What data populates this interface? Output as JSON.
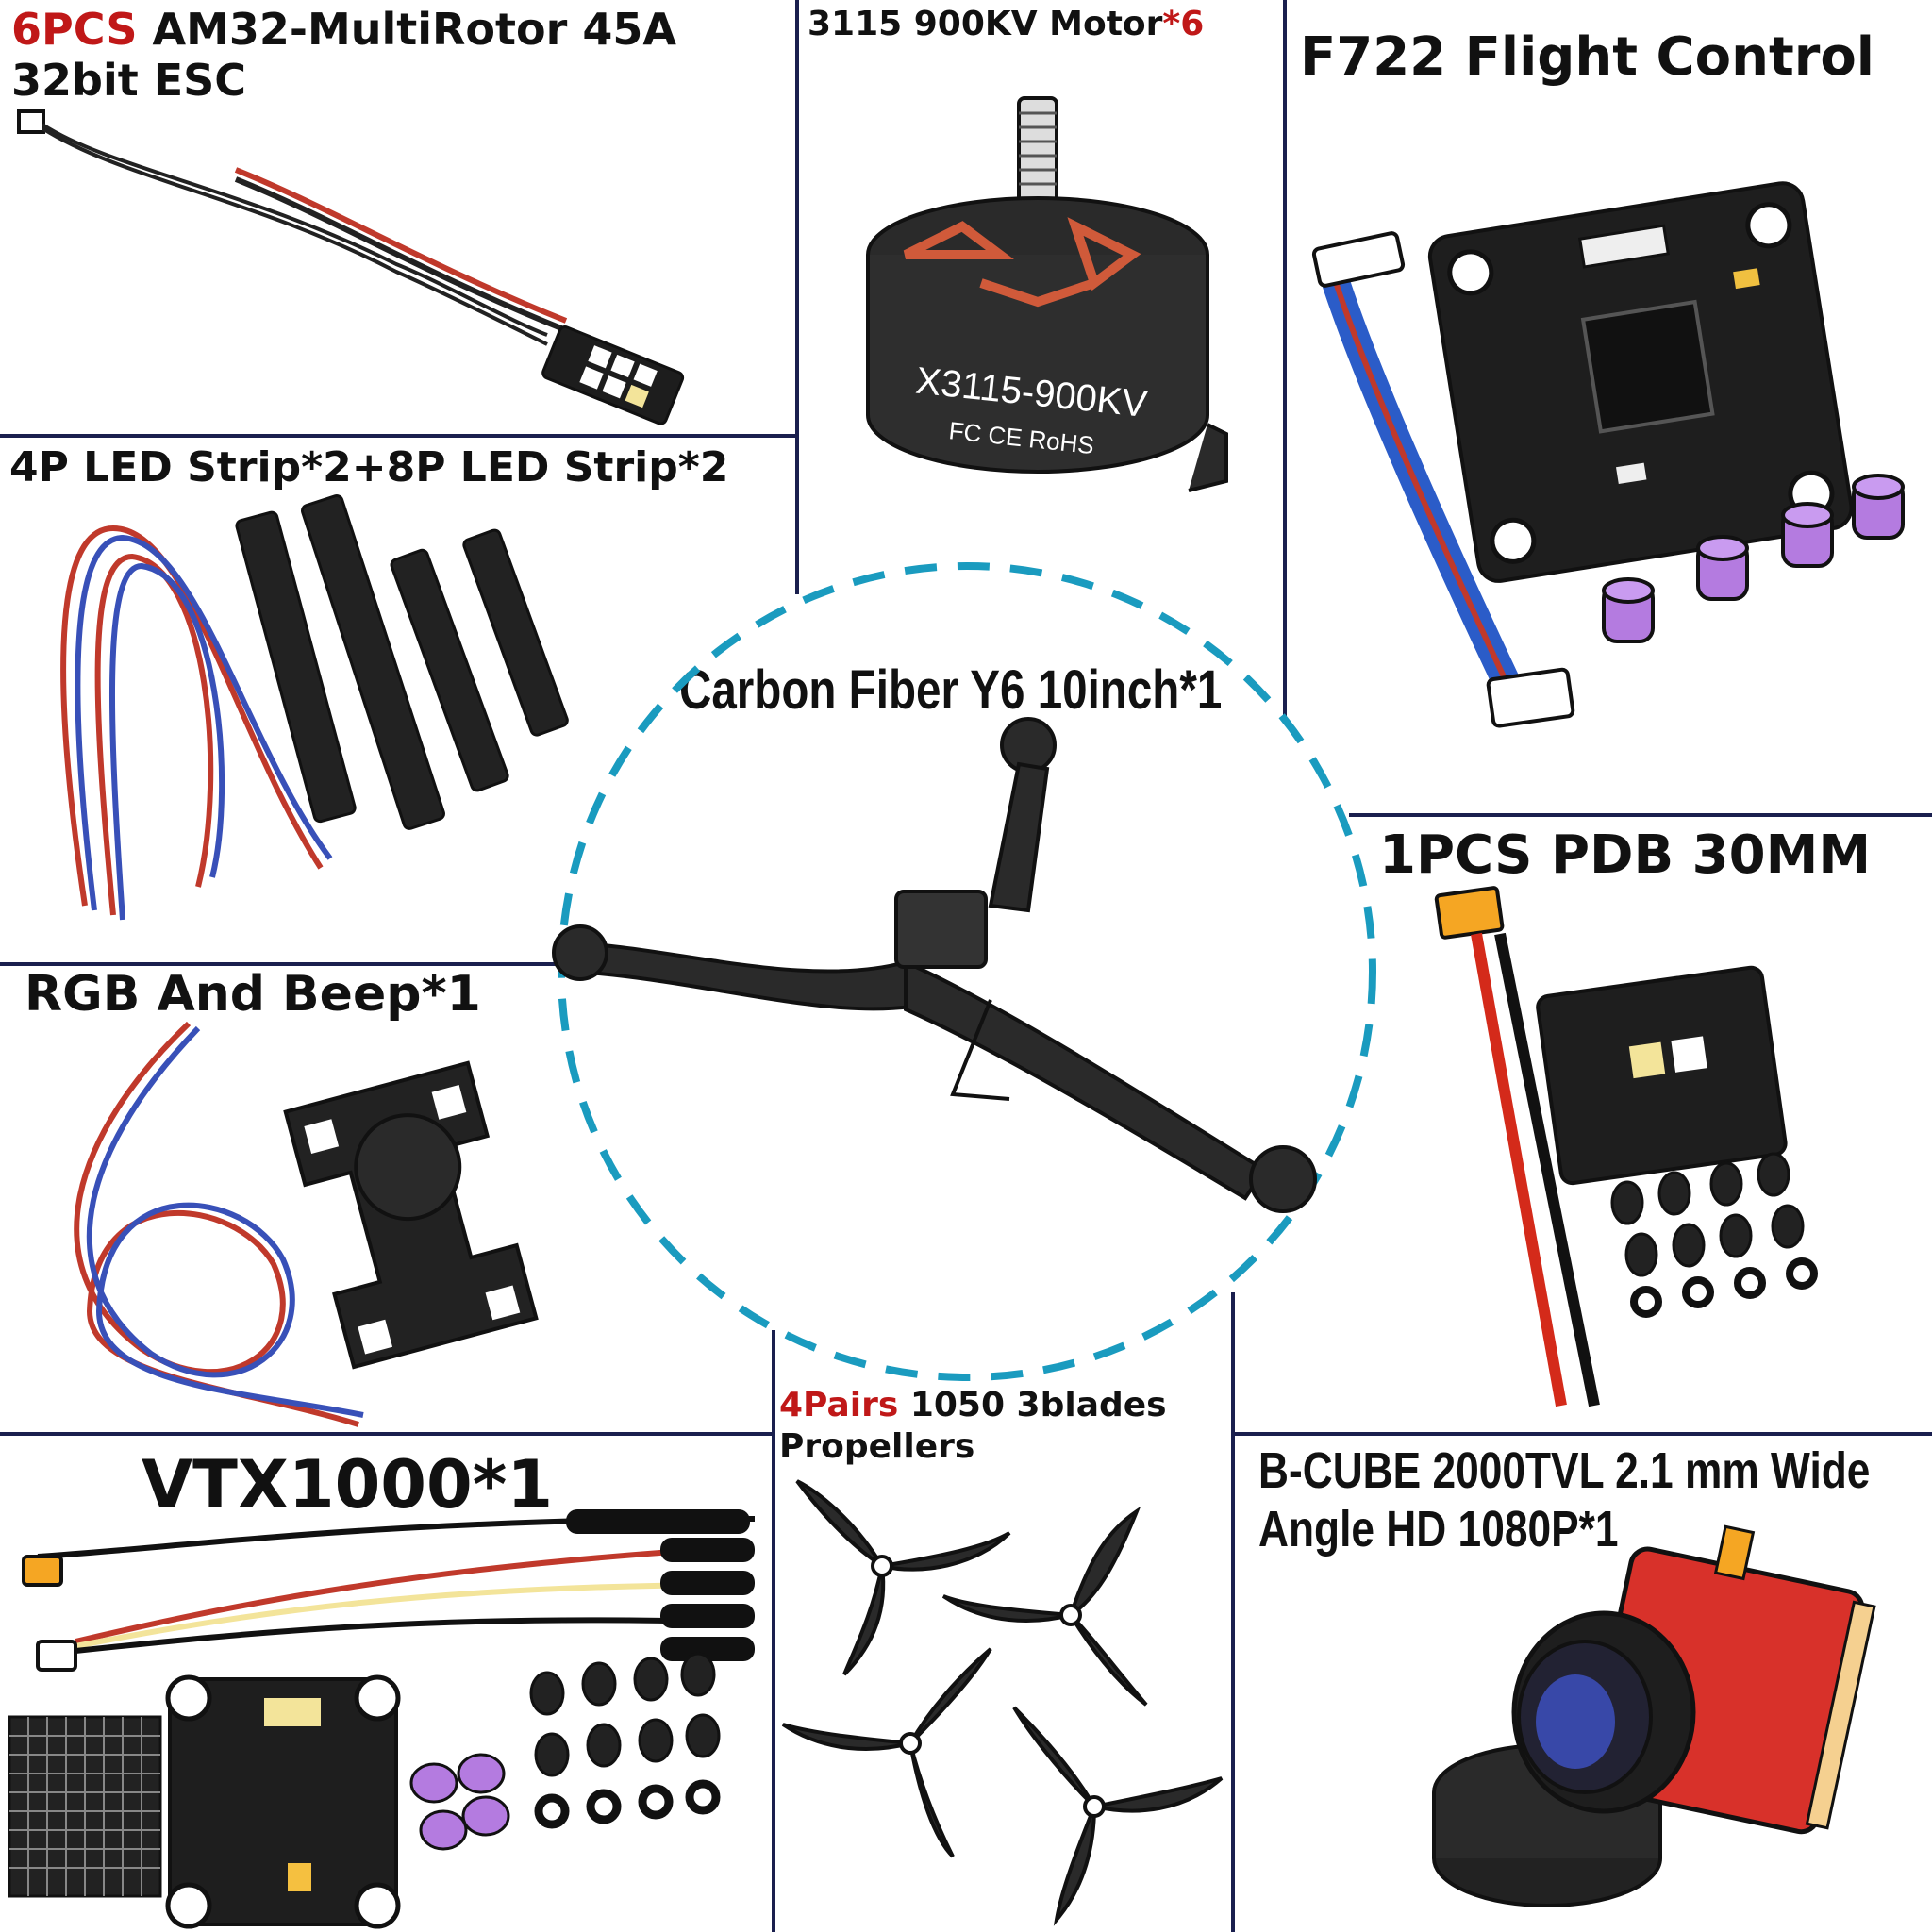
{
  "panels": {
    "esc": {
      "qty": "6PCS",
      "title": " AM32-MultiRotor 45A",
      "line2": "32bit ESC"
    },
    "motor": {
      "title": "3115 900KV Motor",
      "qty": "*6",
      "body_text": "X3115-900KV",
      "cert_text": "FC CE RoHS"
    },
    "fc": {
      "title": "F722 Flight Control"
    },
    "led": {
      "title": "4P LED Strip*2+8P LED Strip*2"
    },
    "frame": {
      "title": "Carbon  Fiber Y6 10inch*1"
    },
    "pdb": {
      "title": "1PCS PDB 30MM"
    },
    "rgb": {
      "title": "RGB And Beep*1"
    },
    "vtx": {
      "title": "VTX1000*1"
    },
    "props": {
      "qty": "4Pairs",
      "title": " 1050 3blades",
      "line2": "Propellers"
    },
    "camera": {
      "line1": "B-CUBE 2000TVL 2.1 mm Wide",
      "line2": "Angle HD 1080P*1"
    }
  },
  "colors": {
    "divider": "#1a1f4e",
    "accent_red": "#c01818",
    "circle": "#1a9bbf"
  }
}
